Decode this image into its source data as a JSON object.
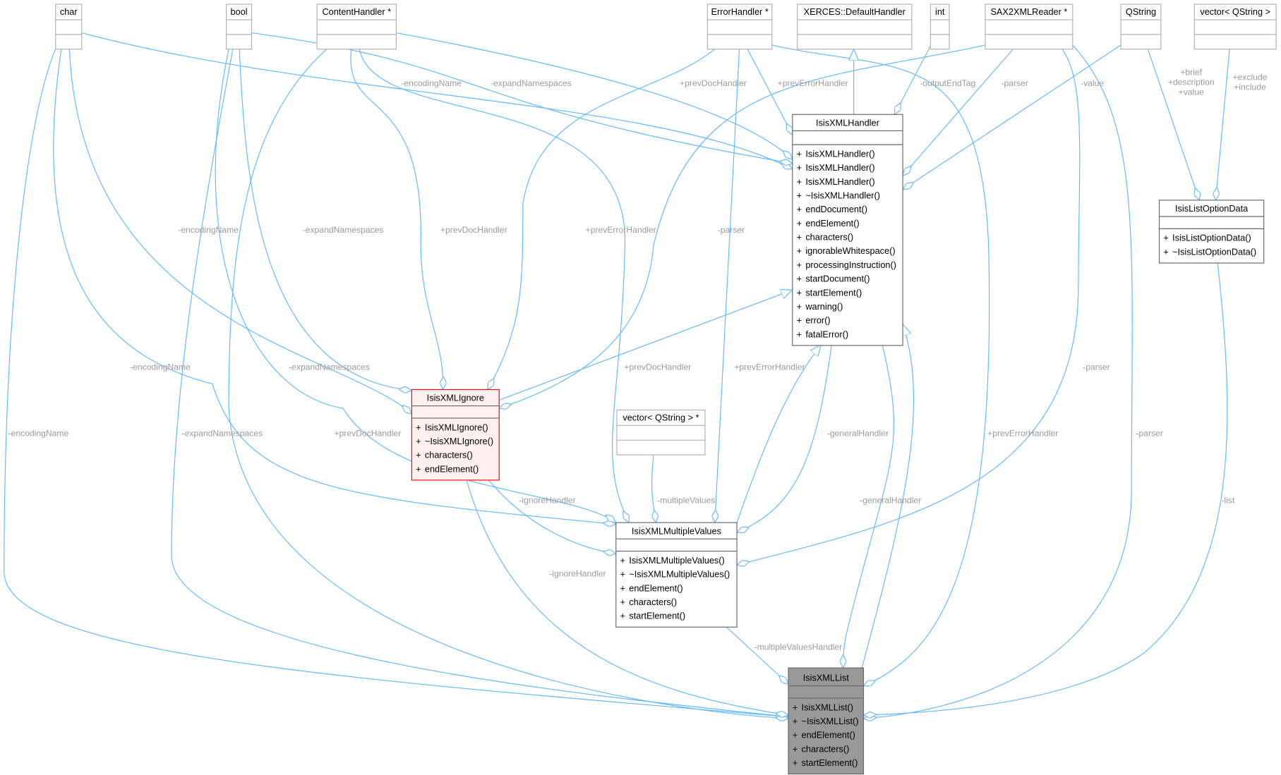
{
  "colors": {
    "edge": "#63b8ff",
    "label": "#9a9a9a",
    "focus_fill": "#999999",
    "highlight_border": "#ff0000",
    "highlight_fill": "#fff0f0"
  },
  "classes": {
    "char": {
      "name": "char",
      "members": []
    },
    "bool": {
      "name": "bool",
      "members": []
    },
    "contenthandler": {
      "name": "ContentHandler *",
      "members": []
    },
    "errorhandler": {
      "name": "ErrorHandler *",
      "members": []
    },
    "xerces": {
      "name": "XERCES::DefaultHandler",
      "members": []
    },
    "int": {
      "name": "int",
      "members": []
    },
    "sax2": {
      "name": "SAX2XMLReader *",
      "members": []
    },
    "qstring": {
      "name": "QString",
      "members": []
    },
    "vectorqstring": {
      "name": "vector< QString >",
      "members": []
    },
    "vectorqstringptr": {
      "name": "vector< QString > *",
      "members": []
    },
    "handler": {
      "name": "IsisXMLHandler",
      "members": [
        "IsisXMLHandler()",
        "IsisXMLHandler()",
        "IsisXMLHandler()",
        "~IsisXMLHandler()",
        "endDocument()",
        "endElement()",
        "characters()",
        "ignorableWhitespace()",
        "processingInstruction()",
        "startDocument()",
        "startElement()",
        "warning()",
        "error()",
        "fatalError()"
      ]
    },
    "optiondata": {
      "name": "IsisListOptionData",
      "members": [
        "IsisListOptionData()",
        "~IsisListOptionData()"
      ]
    },
    "ignore": {
      "name": "IsisXMLIgnore",
      "members": [
        "IsisXMLIgnore()",
        "~IsisXMLIgnore()",
        "characters()",
        "endElement()"
      ]
    },
    "multiple": {
      "name": "IsisXMLMultipleValues",
      "members": [
        "IsisXMLMultipleValues()",
        "~IsisXMLMultipleValues()",
        "endElement()",
        "characters()",
        "startElement()"
      ]
    },
    "list": {
      "name": "IsisXMLList",
      "members": [
        "IsisXMLList()",
        "~IsisXMLList()",
        "endElement()",
        "characters()",
        "startElement()"
      ]
    }
  },
  "visibility": "+",
  "edge_labels": {
    "char_list": "-encodingName",
    "char_ignore": "-encodingName",
    "char_multiple": "-encodingName",
    "char_handler": "-encodingName",
    "bool_list": "-expandNamespaces",
    "bool_ignore": "-expandNamespaces",
    "bool_multiple": "-expandNamespaces",
    "bool_handler": "-expandNamespaces",
    "ch_list": "+prevDocHandler",
    "ch_ignore": "+prevDocHandler",
    "ch_multiple": "+prevDocHandler",
    "ch_handler": "+prevDocHandler",
    "eh_ignore": "+prevErrorHandler",
    "eh_multiple": "+prevErrorHandler",
    "eh_handler": "+prevErrorHandler",
    "eh_list": "+prevErrorHandler",
    "int_handler": "-outputEndTag",
    "sax_handler": "-parser",
    "sax_ignore": "-parser",
    "sax_multiple": "-parser",
    "sax_list": "-parser",
    "qstring_handler": "-value",
    "qstring_opt": [
      "+brief",
      "+description",
      "+value"
    ],
    "vec_opt": [
      "+exclude",
      "+include"
    ],
    "opt_list": "-list",
    "handler_multiple": "-generalHandler",
    "handler_list": "-generalHandler",
    "ignore_multiple": "-ignoreHandler",
    "ignore_list": "-ignoreHandler",
    "vecptr_multiple": "-multipleValues",
    "multiple_list": "-multipleValuesHandler"
  }
}
